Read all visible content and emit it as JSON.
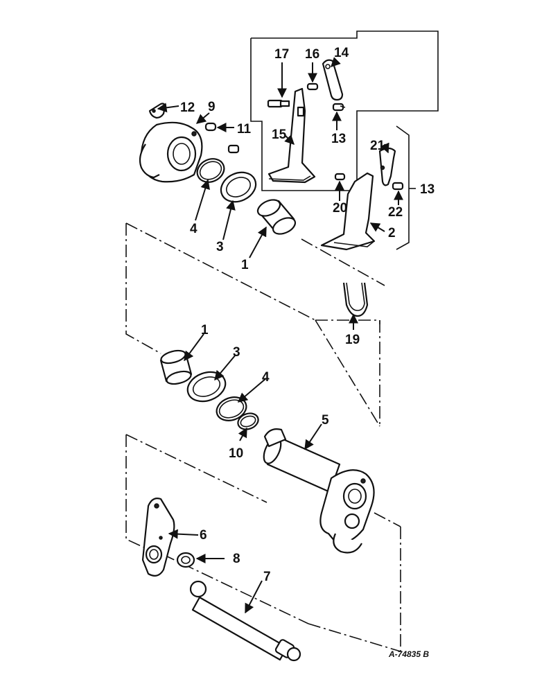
{
  "callouts": {
    "c1a": "1",
    "c1b": "1",
    "c2": "2",
    "c3a": "3",
    "c3b": "3",
    "c4a": "4",
    "c4b": "4",
    "c5": "5",
    "c6": "6",
    "c7": "7",
    "c8": "8",
    "c9": "9",
    "c10": "10",
    "c11": "11",
    "c12": "12",
    "c13a": "13",
    "c13b": "13",
    "c14": "14",
    "c15": "15",
    "c16": "16",
    "c17": "17",
    "c19": "19",
    "c20": "20",
    "c21": "21",
    "c22": "22"
  },
  "reference_code": "A-74835 B"
}
